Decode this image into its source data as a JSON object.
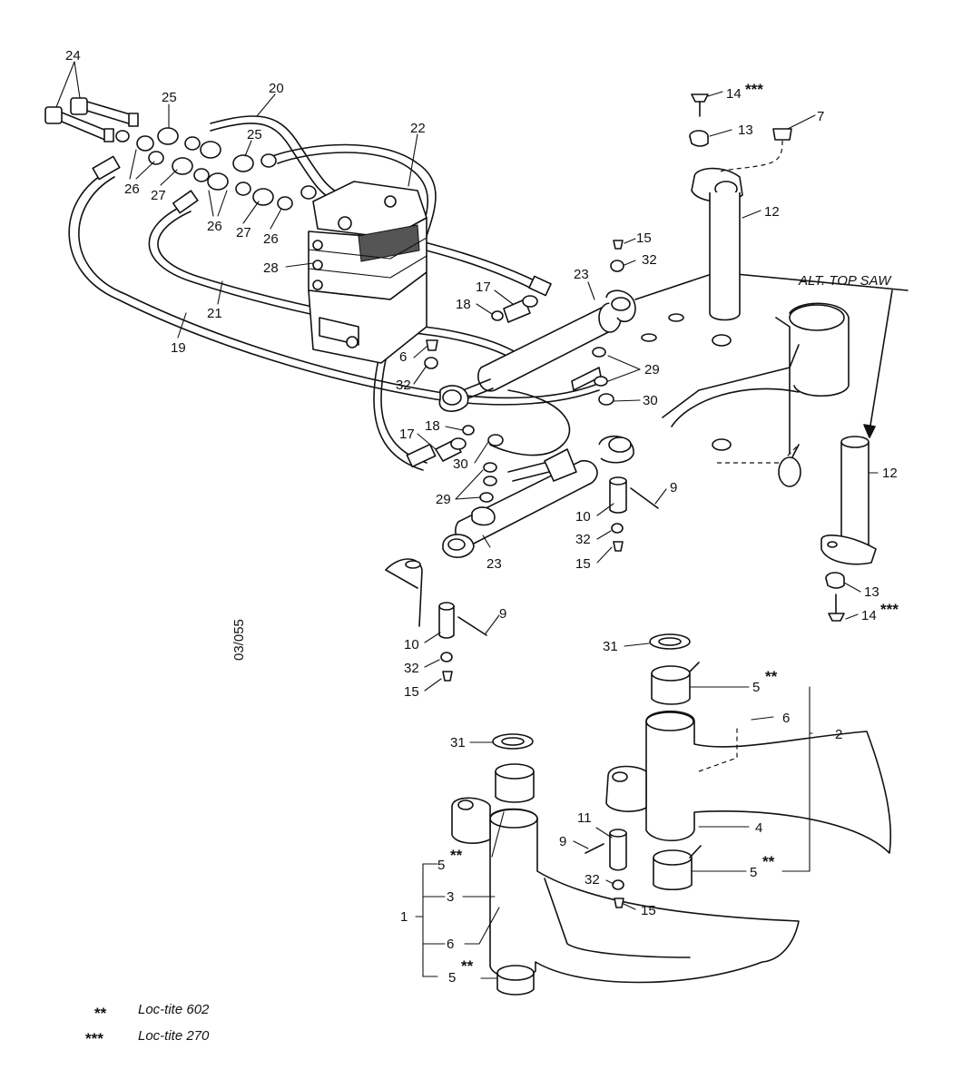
{
  "callouts": {
    "c24": "24",
    "c25a": "25",
    "c25b": "25",
    "c20": "20",
    "c22": "22",
    "c26a": "26",
    "c27a": "27",
    "c26b": "26",
    "c27b": "27",
    "c26c": "26",
    "c28": "28",
    "c21": "21",
    "c19": "19",
    "c14a": "14",
    "c13a": "13",
    "c7": "7",
    "c12a": "12",
    "c15a": "15",
    "c32a": "32",
    "c23a": "23",
    "c17a": "17",
    "c18a": "18",
    "c6a": "6",
    "c32b": "32",
    "c29a": "29",
    "c30a": "30",
    "c18b": "18",
    "c17b": "17",
    "c30b": "30",
    "c29b": "29",
    "c9a": "9",
    "c10a": "10",
    "c32c": "32",
    "c15b": "15",
    "c23b": "23",
    "c12b": "12",
    "c13b": "13",
    "c14b": "14",
    "c9b": "9",
    "c10b": "10",
    "c32d": "32",
    "c15c": "15",
    "c31a": "31",
    "c5a": "5",
    "c6b": "6",
    "c2": "2",
    "c31b": "31",
    "c11": "11",
    "c9c": "9",
    "c4": "4",
    "c5b": "5",
    "c5c": "5",
    "c32e": "32",
    "c15d": "15",
    "c1": "1",
    "c3": "3",
    "c6c": "6",
    "c5d": "5"
  },
  "alt_label": "ALT. TOP SAW",
  "drawing_ref": "03/055",
  "stars": {
    "double": "**",
    "triple": "***"
  },
  "legend": [
    {
      "mark": "**",
      "text": "Loc-tite 602"
    },
    {
      "mark": "***",
      "text": "Loc-tite 270"
    }
  ]
}
